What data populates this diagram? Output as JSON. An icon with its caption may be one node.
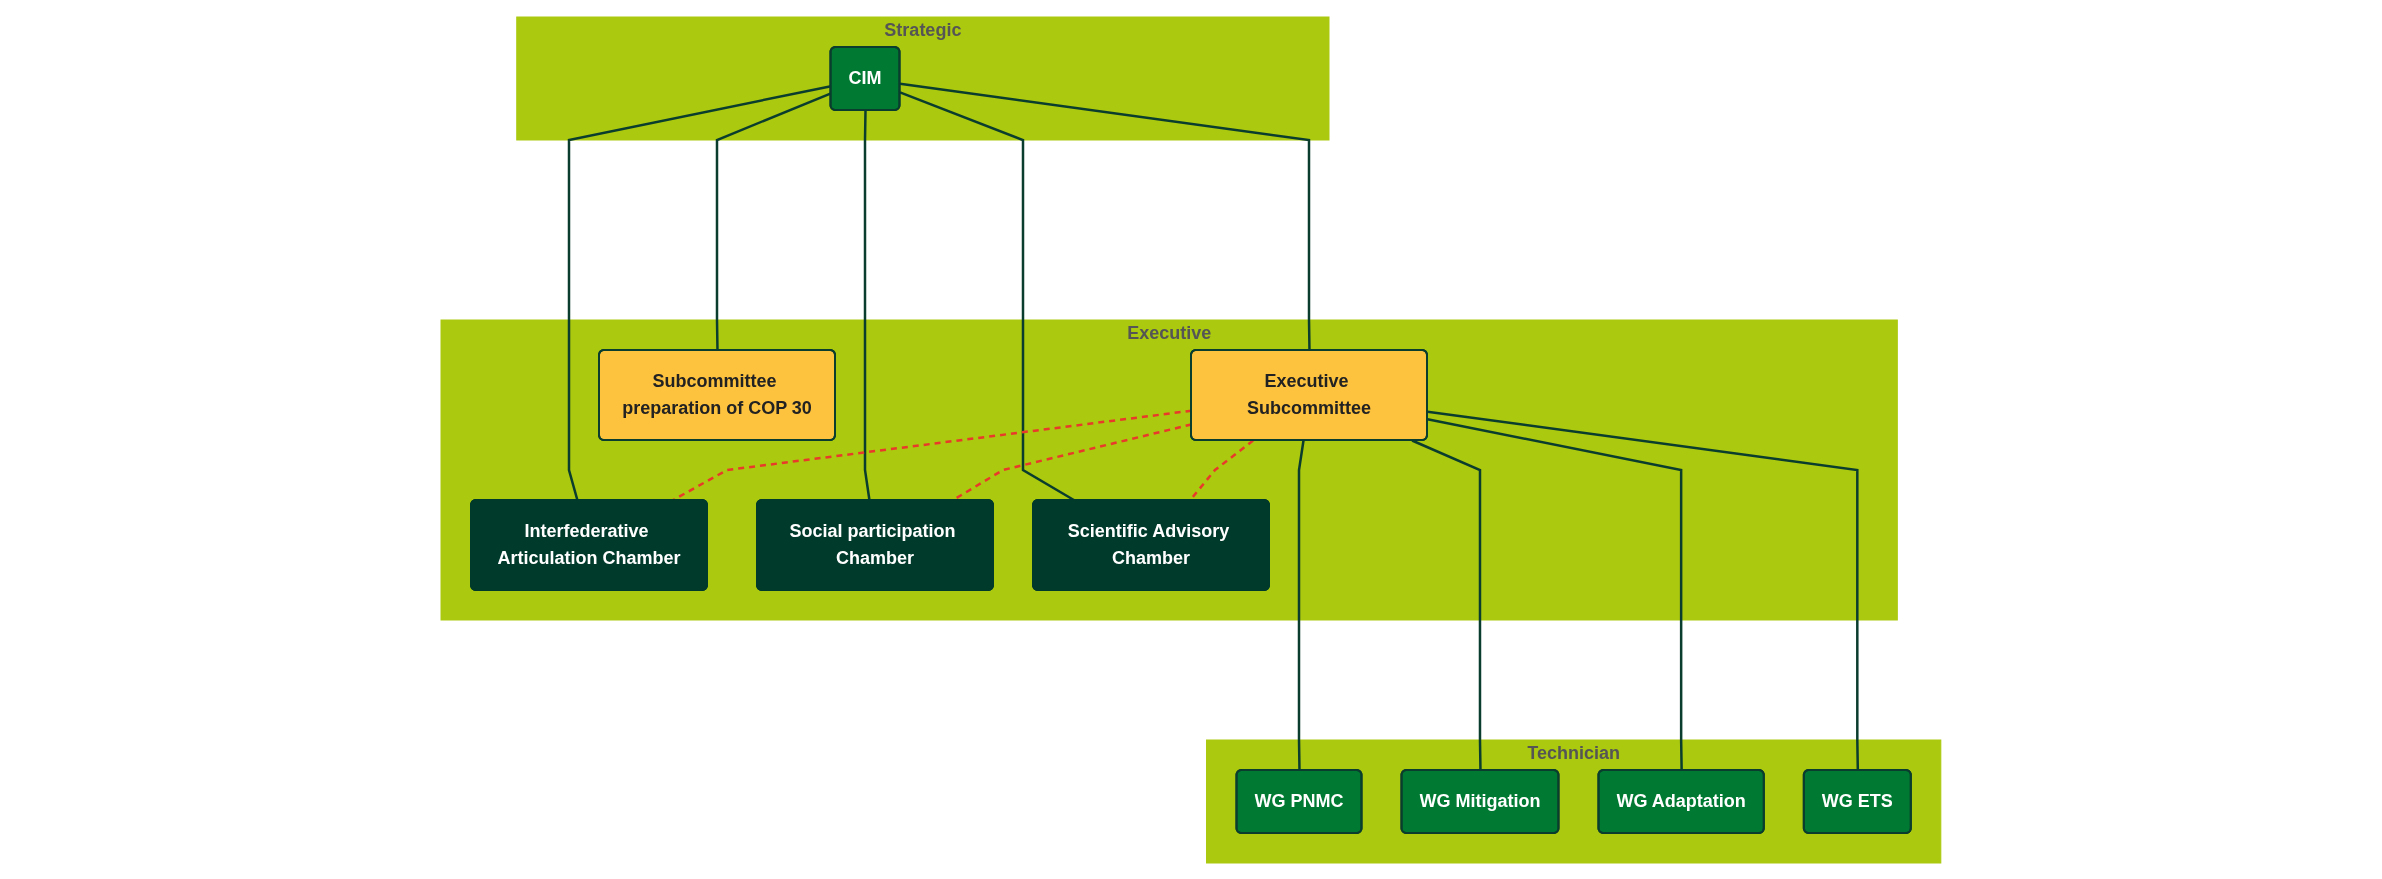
{
  "diagram": {
    "nodes": [
      {
        "text": [
          "Strategic"
        ]
      },
      {
        "text": [
          "CIM"
        ],
        "in": 0
      },
      {
        "text": [
          "Executive"
        ]
      },
      {
        "text": [
          "Executive Subcommittee"
        ],
        "in": 2
      },
      {
        "text": [
          "Subcommittee preparation of COP 30"
        ],
        "in": 2
      },
      {
        "text": [
          "Interfederative Articulation Chamber"
        ],
        "in": 2
      },
      {
        "text": [
          "Social participation Chamber"
        ],
        "in": 2
      },
      {
        "text": [
          "Scientific Advisory Chamber"
        ],
        "in": 2
      },
      {
        "text": [
          "Technician"
        ]
      },
      {
        "text": [
          "WG PNMC"
        ],
        "in": 8
      },
      {
        "text": [
          "WG Mitigation"
        ],
        "in": 8
      },
      {
        "text": [
          "WG Adaptation"
        ],
        "in": 8
      },
      {
        "text": [
          "WG ETS"
        ],
        "in": 8
      }
    ],
    "edges": [
      {
        "from": 1,
        "to": 3,
        "arrow": "none"
      },
      {
        "from": 1,
        "to": 4,
        "arrow": "none"
      },
      {
        "from": 1,
        "to": 5,
        "arrow": "none"
      },
      {
        "from": 1,
        "to": 6,
        "arrow": "none"
      },
      {
        "from": 1,
        "to": 7,
        "arrow": "none"
      },
      {
        "from": 3,
        "to": 9,
        "arrow": "none"
      },
      {
        "from": 3,
        "to": 10,
        "arrow": "none"
      },
      {
        "from": 3,
        "to": 11,
        "arrow": "none"
      },
      {
        "from": 3,
        "to": 12,
        "arrow": "none"
      },
      {
        "from": 3,
        "to": 5,
        "arrow": "none",
        "style": "dashed",
        "color": "#e8392b"
      },
      {
        "from": 3,
        "to": 6,
        "arrow": "none",
        "style": "dashed",
        "color": "#e8392b"
      },
      {
        "from": 3,
        "to": 7,
        "arrow": "none",
        "style": "dashed",
        "color": "#e8392b"
      }
    ]
  }
}
